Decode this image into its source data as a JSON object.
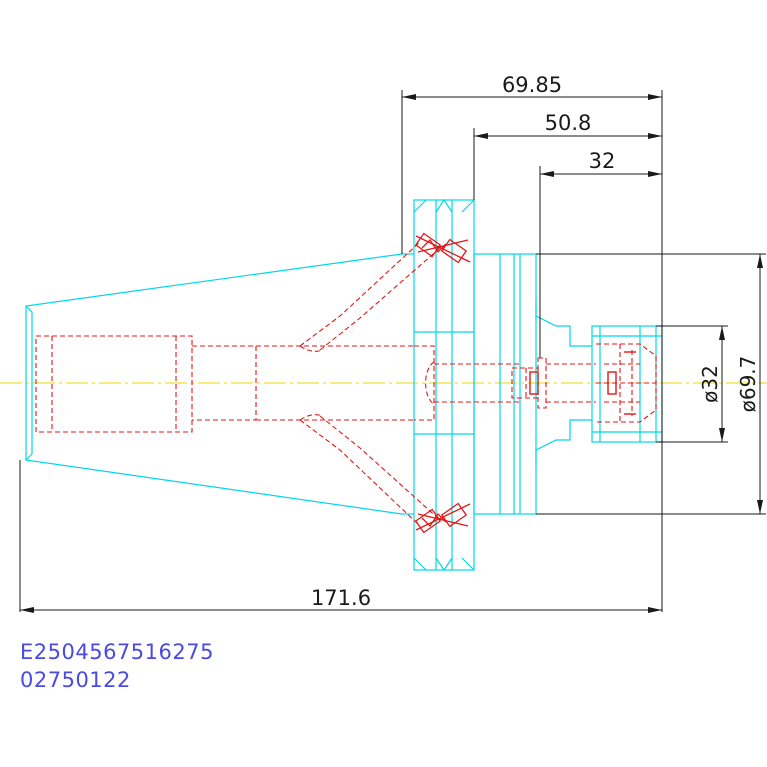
{
  "dimensions": {
    "top_overall": "69.85",
    "top_mid": "50.8",
    "top_short": "32",
    "bottom_total": "171.6",
    "dia_small": "ø32",
    "dia_large": "ø69.7"
  },
  "part_code": {
    "line1": "E2504567516275",
    "line2": "02750122"
  },
  "colors": {
    "outline": "#00d8e8",
    "hidden": "#e01818",
    "centerline": "#e8d800",
    "dimension": "#1a1a1a",
    "code_text": "#4a4ae0"
  }
}
